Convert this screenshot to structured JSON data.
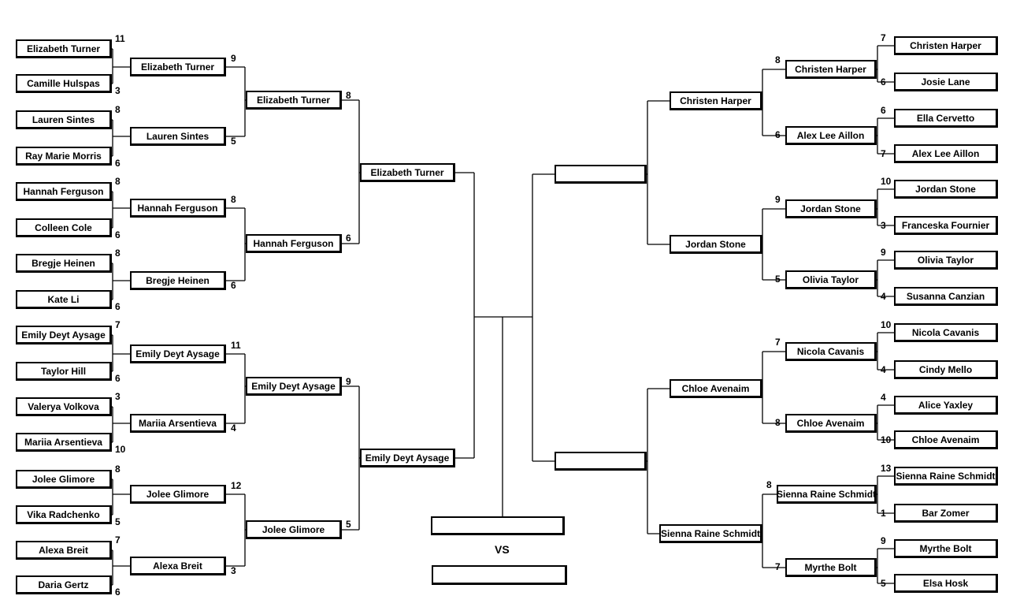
{
  "left": {
    "r1": [
      {
        "name": "Elizabeth Turner",
        "score": "11"
      },
      {
        "name": "Camille Hulspas",
        "score": "3"
      },
      {
        "name": "Lauren Sintes",
        "score": "8"
      },
      {
        "name": "Ray Marie Morris",
        "score": "6"
      },
      {
        "name": "Hannah Ferguson",
        "score": "8"
      },
      {
        "name": "Colleen Cole",
        "score": "6"
      },
      {
        "name": "Bregje Heinen",
        "score": "8"
      },
      {
        "name": "Kate Li",
        "score": "6"
      },
      {
        "name": "Emily Deyt Aysage",
        "score": "7"
      },
      {
        "name": "Taylor Hill",
        "score": "6"
      },
      {
        "name": "Valerya Volkova",
        "score": "3"
      },
      {
        "name": "Mariia Arsentieva",
        "score": "10"
      },
      {
        "name": "Jolee Glimore",
        "score": "8"
      },
      {
        "name": "Vika Radchenko",
        "score": "5"
      },
      {
        "name": "Alexa Breit",
        "score": "7"
      },
      {
        "name": "Daria Gertz",
        "score": "6"
      }
    ],
    "r2": [
      {
        "name": "Elizabeth Turner",
        "score": "9"
      },
      {
        "name": "Lauren Sintes",
        "score": "5"
      },
      {
        "name": "Hannah Ferguson",
        "score": "8"
      },
      {
        "name": "Bregje Heinen",
        "score": "6"
      },
      {
        "name": "Emily Deyt Aysage",
        "score": "11"
      },
      {
        "name": "Mariia Arsentieva",
        "score": "4"
      },
      {
        "name": "Jolee Glimore",
        "score": "12"
      },
      {
        "name": "Alexa Breit",
        "score": "3"
      }
    ],
    "r3": [
      {
        "name": "Elizabeth Turner",
        "score": "8"
      },
      {
        "name": "Hannah Ferguson",
        "score": "6"
      },
      {
        "name": "Emily Deyt Aysage",
        "score": "9"
      },
      {
        "name": "Jolee Glimore",
        "score": "5"
      }
    ],
    "r4": [
      {
        "name": "Elizabeth Turner",
        "score": ""
      },
      {
        "name": "Emily Deyt Aysage",
        "score": ""
      }
    ]
  },
  "right": {
    "r1": [
      {
        "name": "Christen Harper",
        "score": "7"
      },
      {
        "name": "Josie Lane",
        "score": "6"
      },
      {
        "name": "Ella Cervetto",
        "score": "6"
      },
      {
        "name": "Alex Lee Aillon",
        "score": "7"
      },
      {
        "name": "Jordan Stone",
        "score": "10"
      },
      {
        "name": "Franceska Fournier",
        "score": "3"
      },
      {
        "name": "Olivia Taylor",
        "score": "9"
      },
      {
        "name": "Susanna Canzian",
        "score": "4"
      },
      {
        "name": "Nicola Cavanis",
        "score": "10"
      },
      {
        "name": "Cindy Mello",
        "score": "4"
      },
      {
        "name": "Alice Yaxley",
        "score": "4"
      },
      {
        "name": "Chloe Avenaim",
        "score": "10"
      },
      {
        "name": "Sienna Raine Schmidt",
        "score": "13"
      },
      {
        "name": "Bar Zomer",
        "score": "1"
      },
      {
        "name": "Myrthe Bolt",
        "score": "9"
      },
      {
        "name": "Elsa Hosk",
        "score": "5"
      }
    ],
    "r2": [
      {
        "name": "Christen Harper",
        "score": "8"
      },
      {
        "name": "Alex Lee Aillon",
        "score": "6"
      },
      {
        "name": "Jordan Stone",
        "score": "9"
      },
      {
        "name": "Olivia Taylor",
        "score": "5"
      },
      {
        "name": "Nicola Cavanis",
        "score": "7"
      },
      {
        "name": "Chloe Avenaim",
        "score": "8"
      },
      {
        "name": "Sienna Raine Schmidt",
        "score": "8"
      },
      {
        "name": "Myrthe Bolt",
        "score": "7"
      }
    ],
    "r3": [
      {
        "name": "Christen Harper",
        "score": ""
      },
      {
        "name": "Jordan Stone",
        "score": ""
      },
      {
        "name": "Chloe Avenaim",
        "score": ""
      },
      {
        "name": "Sienna Raine Schmidt",
        "score": ""
      }
    ],
    "r4": [
      {
        "name": "",
        "score": ""
      },
      {
        "name": "",
        "score": ""
      }
    ]
  },
  "final": {
    "top": "",
    "bottom": "",
    "vs_label": "VS"
  }
}
